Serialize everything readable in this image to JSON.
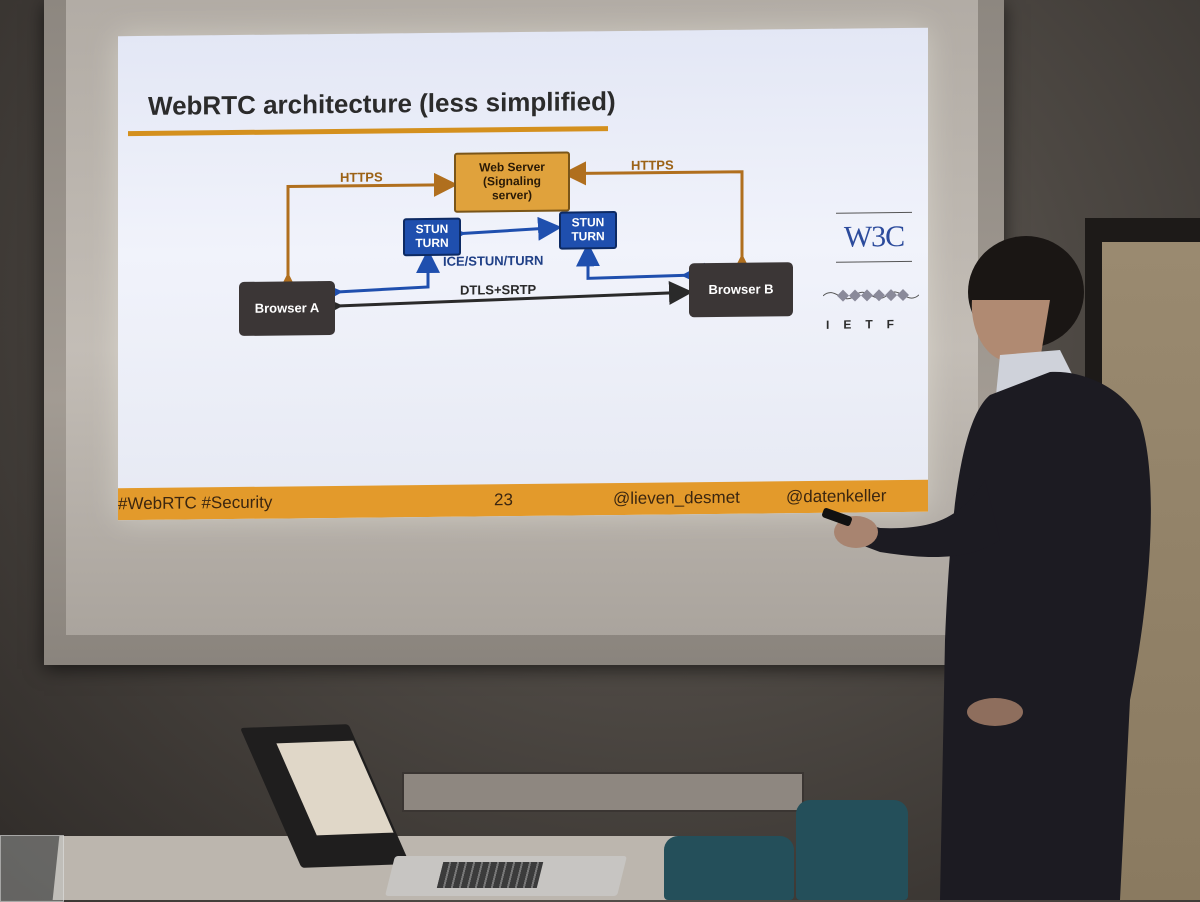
{
  "slide": {
    "title": "WebRTC architecture (less simplified)",
    "nodes": {
      "web_server": "Web Server\n(Signaling\nserver)",
      "stun_a": "STUN\nTURN",
      "stun_b": "STUN\nTURN",
      "browser_a": "Browser A",
      "browser_b": "Browser B"
    },
    "edge_labels": {
      "https_left": "HTTPS",
      "https_right": "HTTPS",
      "ice": "ICE/STUN/TURN",
      "dtls": "DTLS+SRTP"
    },
    "logos": {
      "w3c": "W3C",
      "ietf": "IETF"
    },
    "footer": {
      "hashtags": "#WebRTC #Security",
      "page_number": "23",
      "handle_1": "@lieven_desmet",
      "handle_2": "@datenkeller"
    },
    "colors": {
      "accent_orange": "#e39a2b",
      "signaling_box": "#e0a23c",
      "stun_box": "#1f4fae",
      "browser_box": "#3b3636",
      "https_arrow": "#b06f1e",
      "ice_arrow": "#1f4fae",
      "dtls_arrow": "#2a2a2a"
    }
  },
  "scene": {
    "icons": [
      "presenter-silhouette",
      "laptop",
      "chair",
      "projection-screen",
      "door",
      "glass"
    ]
  }
}
